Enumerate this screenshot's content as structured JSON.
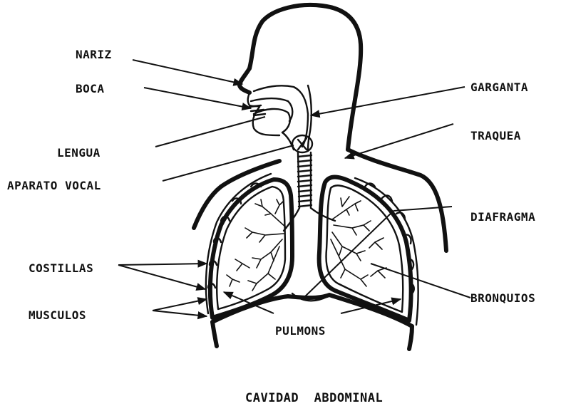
{
  "labels": {
    "nariz": "NARIZ",
    "boca": "BOCA",
    "lengua": "LENGUA",
    "aparato_vocal": "APARATO VOCAL",
    "costillas": "COSTILLAS",
    "musculos": "MUSCULOS",
    "garganta": "GARGANTA",
    "traquea": "TRAQUEA",
    "diafragma": "DIAFRAGMA",
    "bronquios": "BRONQUIOS",
    "pulmons": "PULMONS",
    "cavidad_abdominal": "CAVIDAD  ABDOMINAL"
  },
  "colors": {
    "ink": "#111111",
    "paper": "#ffffff"
  }
}
